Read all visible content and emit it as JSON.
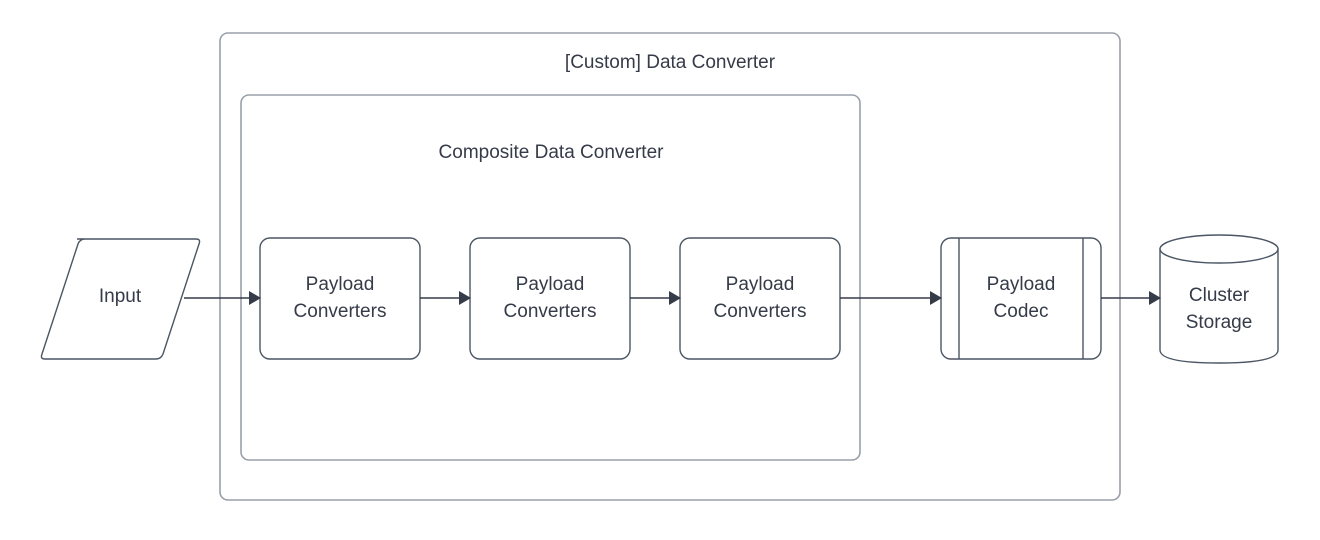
{
  "diagram": {
    "title": "[Custom] Data Converter",
    "containers": [
      {
        "name": "outer",
        "label": "[Custom] Data Converter"
      },
      {
        "name": "inner",
        "label": "Composite Data Converter"
      }
    ],
    "nodes": [
      {
        "id": "input",
        "shape": "parallelogram",
        "label": "Input"
      },
      {
        "id": "payload-converters-1",
        "shape": "rounded-rect",
        "line1": "Payload",
        "line2": "Converters"
      },
      {
        "id": "payload-converters-2",
        "shape": "rounded-rect",
        "line1": "Payload",
        "line2": "Converters"
      },
      {
        "id": "payload-converters-3",
        "shape": "rounded-rect",
        "line1": "Payload",
        "line2": "Converters"
      },
      {
        "id": "payload-codec",
        "shape": "predefined-process",
        "line1": "Payload",
        "line2": "Codec"
      },
      {
        "id": "cluster-storage",
        "shape": "cylinder",
        "line1": "Cluster",
        "line2": "Storage"
      }
    ],
    "edges": [
      {
        "from": "input",
        "to": "payload-converters-1"
      },
      {
        "from": "payload-converters-1",
        "to": "payload-converters-2"
      },
      {
        "from": "payload-converters-2",
        "to": "payload-converters-3"
      },
      {
        "from": "payload-converters-3",
        "to": "payload-codec"
      },
      {
        "from": "payload-codec",
        "to": "cluster-storage"
      }
    ],
    "colors": {
      "background": "#ffffff",
      "shape_stroke": "#4b5563",
      "container_stroke": "#9aa0a9",
      "text": "#353b48",
      "edge": "#353b48"
    }
  }
}
